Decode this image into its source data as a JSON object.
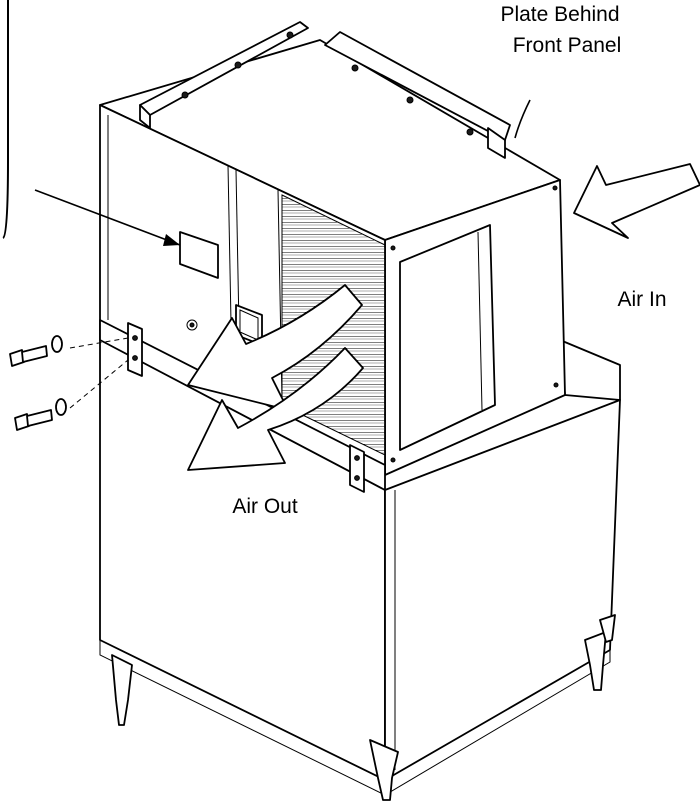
{
  "labels": {
    "plate_line1": "Plate Behind",
    "plate_line2": "Front Panel",
    "air_in": "Air In",
    "air_out": "Air Out"
  },
  "colors": {
    "line": "#000000",
    "background": "#ffffff"
  }
}
